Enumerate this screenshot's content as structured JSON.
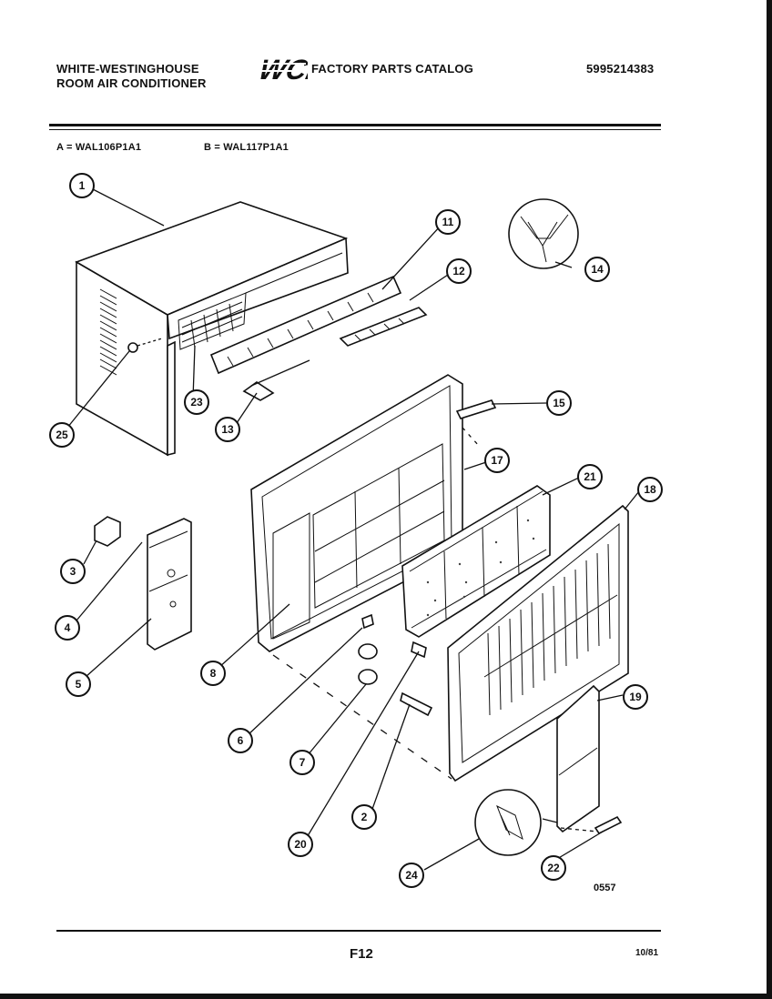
{
  "header": {
    "brand_line1": "WHITE-WESTINGHOUSE",
    "brand_line2": "ROOM AIR CONDITIONER",
    "logo_text": "WCI",
    "catalog_title": "FACTORY PARTS CATALOG",
    "catalog_number": "5995214383"
  },
  "models": {
    "a": "A = WAL106P1A1",
    "b": "B = WAL117P1A1"
  },
  "callouts": [
    "1",
    "2",
    "3",
    "4",
    "5",
    "6",
    "7",
    "8",
    "11",
    "12",
    "13",
    "14",
    "15",
    "17",
    "18",
    "19",
    "20",
    "21",
    "22",
    "23",
    "24",
    "25"
  ],
  "footer": {
    "drawing_code": "0557",
    "page": "F12",
    "date": "10/81"
  }
}
